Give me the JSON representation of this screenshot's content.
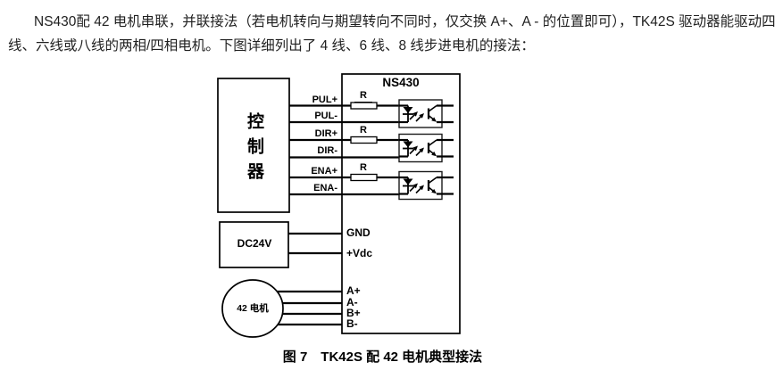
{
  "paragraph": {
    "line1": "NS430配 42 电机串联，并联接法（若电机转向与期望转向不同时，仅交换 A+、A - 的位置即可），TK42S 驱动器能驱动四",
    "line2": "线、六线或八线的两相/四相电机。下图详细列出了 4 线、6 线、8 线步进电机的接法："
  },
  "diagram": {
    "driver_title": "NS430",
    "controller_label": "控制器",
    "power_label": "DC24V",
    "motor_label": "42 电机",
    "resistor_label": "R",
    "signals": {
      "pul_plus": "PUL+",
      "pul_minus": "PUL-",
      "dir_plus": "DIR+",
      "dir_minus": "DIR-",
      "ena_plus": "ENA+",
      "ena_minus": "ENA-"
    },
    "power_pins": {
      "gnd": "GND",
      "vdc": "+Vdc"
    },
    "motor_pins": {
      "a_plus": "A+",
      "a_minus": "A-",
      "b_plus": "B+",
      "b_minus": "B-"
    }
  },
  "caption": "图 7　TK42S 配 42 电机典型接法",
  "colors": {
    "line": "#000000",
    "text": "#1a1a1a",
    "background": "#ffffff"
  }
}
